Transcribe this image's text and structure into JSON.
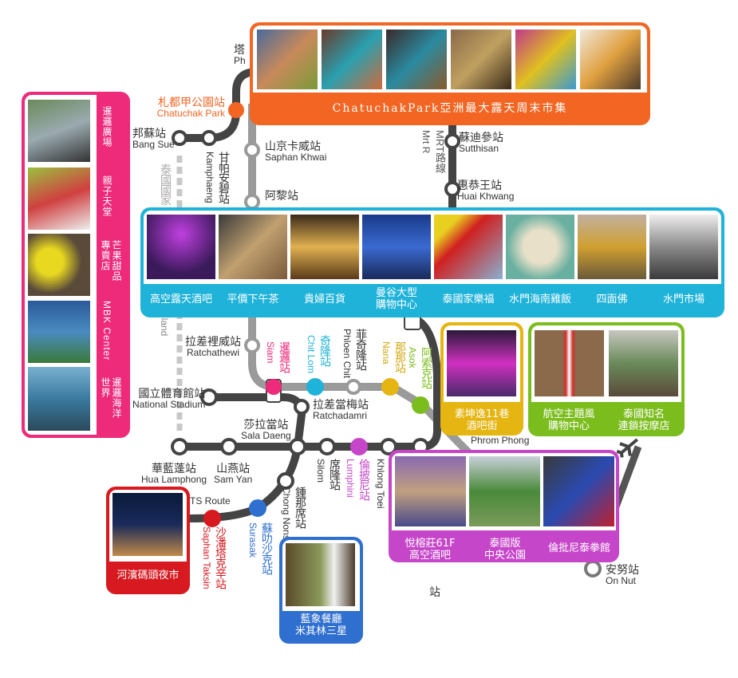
{
  "colors": {
    "orange": "#f26522",
    "pink": "#ee2a7b",
    "cyan": "#1fb3d9",
    "yellow": "#e5b511",
    "green": "#7cbd1e",
    "magenta": "#c646c9",
    "red": "#d71920",
    "blue": "#2f6fd0",
    "line_dark": "#444444",
    "line_light": "#9a9a9a"
  },
  "stations": {
    "phahon": {
      "zh": "塔",
      "en": "Ph"
    },
    "chatuchak": {
      "zh": "札都甲公園站",
      "en": "Chatuchak Park"
    },
    "bangsue": {
      "zh": "邦蘇站",
      "en": "Bang Sue"
    },
    "kamphaeng": {
      "zh": "甘帕安碧站",
      "en": "Kamphaeng"
    },
    "saphankhwai": {
      "zh": "山京卡威站",
      "en": "Saphan Khwai"
    },
    "ari": {
      "zh": "阿黎站"
    },
    "sutthisan": {
      "zh": "蘇迪參站",
      "en": "Sutthisan"
    },
    "huaikhwang": {
      "zh": "惠恭王站",
      "en": "Huai Khwang"
    },
    "ratchathewi": {
      "zh": "拉差裡威站",
      "en": "Ratchathewi"
    },
    "siam": {
      "zh": "暹邏站",
      "en": "Siam"
    },
    "chitlom": {
      "zh": "奇隆站",
      "en": "Chit Lom"
    },
    "phloenchit": {
      "zh": "菲奇隆站",
      "en": "Phloen Chit"
    },
    "nana": {
      "zh": "那那站",
      "en": "Nana"
    },
    "asok": {
      "zh": "阿索克站",
      "en": "Asok"
    },
    "nationalstadium": {
      "zh": "國立體育館站",
      "en": "National Stadium"
    },
    "ratchadamri": {
      "zh": "拉差當梅站",
      "en": "Ratchadamri"
    },
    "saladaeng": {
      "zh": "莎拉當站",
      "en": "Sala Daeng"
    },
    "hualamphong": {
      "zh": "華藍蓬站",
      "en": "Hua Lamphong"
    },
    "samyan": {
      "zh": "山燕站",
      "en": "Sam Yan"
    },
    "silom": {
      "zh": "席隆站",
      "en": "Silom"
    },
    "lumphini": {
      "zh": "倫披尼站",
      "en": "Lumphini"
    },
    "khlongtoei": {
      "en": "Khlong Toei"
    },
    "phromphong": {
      "en": "Phrom Phong"
    },
    "chongnonsi": {
      "zh": "鍾那席站",
      "en": "Chong Nonsi"
    },
    "saphantaksin": {
      "zh": "沙潘塔克辛站",
      "en": "Saphan Taksin"
    },
    "surasak": {
      "zh": "蘇叻沙克站",
      "en": "Surasak"
    },
    "onnut": {
      "zh": "安努站",
      "en": "On Nut"
    },
    "fragment_station": {
      "zh": "站"
    }
  },
  "line_labels": {
    "mrt_zh": "MRT路線",
    "mrt_en": "Mrt R",
    "rail_zh": "泰國國家",
    "rail_en": "iland",
    "bts_route": "TS Route"
  },
  "callouts": {
    "chatuchak": {
      "caption": "ChatuchakPark亞洲最大露天周末市集",
      "photos": 6
    },
    "siam_side": {
      "items": [
        "暹邏廣場",
        "親子天堂",
        "芒果甜品 專賣店",
        "MBK Center",
        "暹邏海洋 世界"
      ]
    },
    "sukhumvit": {
      "items": [
        "高空露天酒吧",
        "平價下午茶",
        "貴婦百貨",
        "曼谷大型 購物中心",
        "泰國家樂福",
        "水門海南雞飯",
        "四面佛",
        "水門市場"
      ]
    },
    "nana_bar": {
      "items": [
        "素坤逸11巷 酒吧街"
      ]
    },
    "asok": {
      "items": [
        "航空主題風 購物中心",
        "泰國知名 連鎖按摩店"
      ]
    },
    "lumphini": {
      "items": [
        "悅榕莊61F 高空酒吧",
        "泰國版 中央公園",
        "倫批尼泰拳館"
      ]
    },
    "taksin": {
      "items": [
        "河濱碼頭夜市"
      ]
    },
    "chongnonsi": {
      "items": [
        "藍象餐廳 米其林三星"
      ]
    }
  }
}
